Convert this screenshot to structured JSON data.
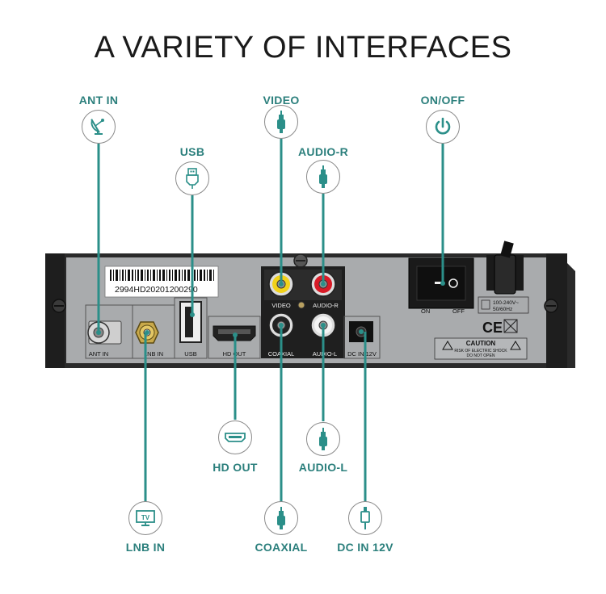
{
  "title": "A VARIETY OF INTERFACES",
  "labels": {
    "ant_in": "ANT IN",
    "usb": "USB",
    "video": "VIDEO",
    "audio_r": "AUDIO-R",
    "on_off": "ON/OFF",
    "hd_out": "HD OUT",
    "audio_l": "AUDIO-L",
    "lnb_in": "LNB IN",
    "coaxial": "COAXIAL",
    "dc_in": "DC IN 12V"
  },
  "icons": {
    "ant_in": "satellite-dish-icon",
    "usb": "usb-icon",
    "video": "rca-jack-icon",
    "audio_r": "rca-jack-icon",
    "on_off": "power-icon",
    "hd_out": "hdmi-icon",
    "audio_l": "rca-jack-icon",
    "lnb_in": "tv-icon",
    "coaxial": "rca-jack-icon",
    "dc_in": "dc-plug-icon"
  },
  "panel": {
    "serial": "2994HD20201200290",
    "tv_icon_text": "TV",
    "port_labels": {
      "ant_in": "ANT IN",
      "lnb_in": "LNB IN",
      "usb": "USB",
      "hd_out": "HD OUT",
      "coaxial": "COAXIAL",
      "audio_l": "AUDIO-L",
      "video": "VIDEO",
      "audio_r": "AUDIO-R",
      "dc_in": "DC IN 12V",
      "on": "ON",
      "off": "OFF"
    },
    "rating_line1": "100-240V~",
    "rating_line2": "50/60Hz",
    "caution_title": "CAUTION",
    "caution_line1": "RISK OF ELECTRIC SHOCK",
    "caution_line2": "DO NOT OPEN",
    "ce_mark": "CE"
  },
  "colors": {
    "accent": "#2b8f89",
    "label": "#2b7f7c",
    "panel": "#a9abad",
    "frame": "#2a2a2a",
    "video_jack": "#f2d21a",
    "audio_r_jack": "#d81b27"
  }
}
